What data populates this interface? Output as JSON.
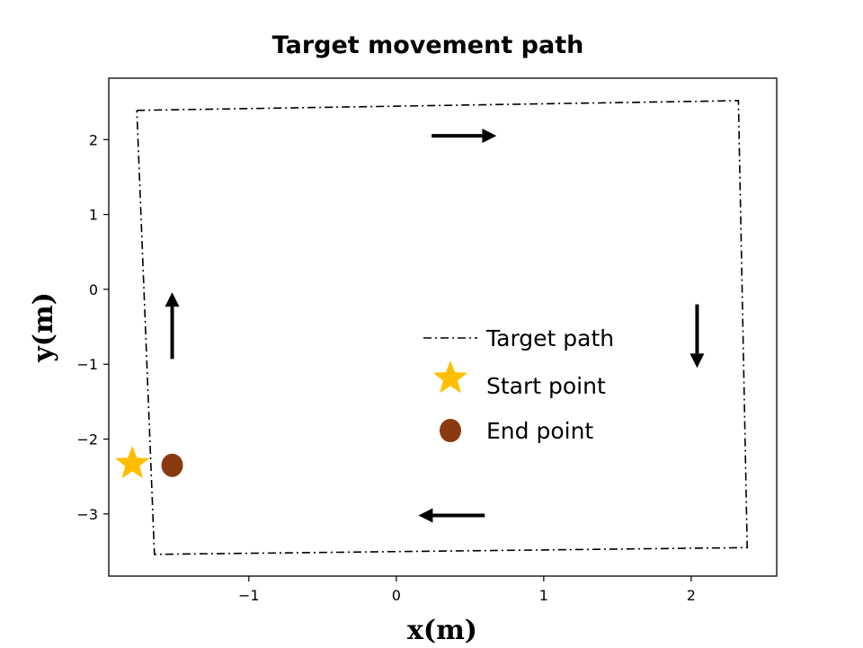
{
  "chart_data": {
    "type": "line",
    "title": "Target movement path",
    "xlabel": "x(m)",
    "ylabel": "y(m)",
    "xlim": [
      -1.95,
      2.58
    ],
    "ylim": [
      -3.83,
      2.82
    ],
    "x_ticks": [
      -1,
      0,
      1,
      2
    ],
    "y_ticks": [
      -3,
      -2,
      -1,
      0,
      1,
      2
    ],
    "x_tick_labels": [
      "−1",
      "0",
      "1",
      "2"
    ],
    "y_tick_labels": [
      "−3",
      "−2",
      "−1",
      "0",
      "1",
      "2"
    ],
    "grid": false,
    "legend_position": "center-right",
    "series": [
      {
        "name": "Target path",
        "style": "dash-dot",
        "color": "#000000",
        "x": [
          -1.76,
          2.32,
          2.38,
          -1.64,
          -1.76
        ],
        "y": [
          2.39,
          2.52,
          -3.45,
          -3.54,
          2.39
        ]
      }
    ],
    "points": [
      {
        "name": "Start point",
        "marker": "star",
        "color": "#FFBF00",
        "x": -1.79,
        "y": -2.33
      },
      {
        "name": "End point",
        "marker": "circle",
        "color": "#8B3A0F",
        "x": -1.52,
        "y": -2.35
      }
    ],
    "direction_arrows": [
      {
        "x": [
          0.24,
          0.68
        ],
        "y": [
          2.05,
          2.05
        ]
      },
      {
        "x": [
          2.04,
          2.04
        ],
        "y": [
          -0.2,
          -1.05
        ]
      },
      {
        "x": [
          0.6,
          0.15
        ],
        "y": [
          -3.02,
          -3.02
        ]
      },
      {
        "x": [
          -1.52,
          -1.52
        ],
        "y": [
          -0.93,
          -0.04
        ]
      }
    ]
  }
}
